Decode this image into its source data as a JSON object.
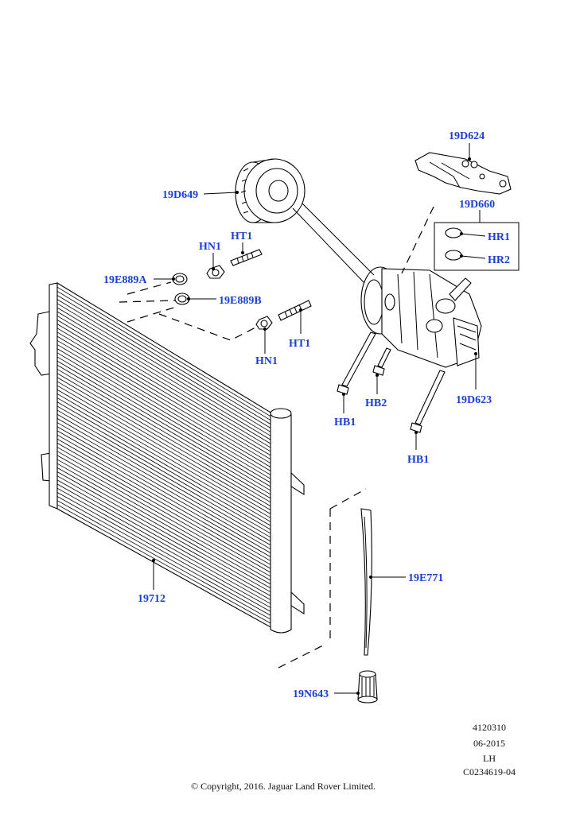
{
  "labels": {
    "l19D624": "19D624",
    "l19D649": "19D649",
    "l19D660": "19D660",
    "lHR1": "HR1",
    "lHR2": "HR2",
    "lHT1a": "HT1",
    "lHN1a": "HN1",
    "l19E889A": "19E889A",
    "l19E889B": "19E889B",
    "lHT1b": "HT1",
    "lHN1b": "HN1",
    "lHB2": "HB2",
    "l19D623": "19D623",
    "lHB1a": "HB1",
    "lHB1b": "HB1",
    "l19712": "19712",
    "l19E771": "19E771",
    "l19N643": "19N643"
  },
  "meta": {
    "code1": "4120310",
    "date": "06-2015",
    "side": "LH",
    "code2": "C0234619-04",
    "copyright": "© Copyright, 2016. Jaguar Land Rover Limited."
  }
}
